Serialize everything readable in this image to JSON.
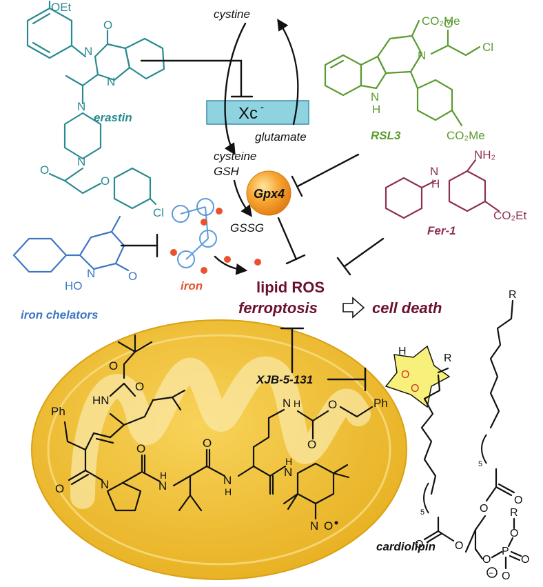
{
  "colors": {
    "teal": "#2a8a8f",
    "green": "#5a9a2f",
    "blue": "#3c77c4",
    "plum": "#8e2f56",
    "orange": "#e8532f",
    "maroon": "#6b1030",
    "gold": "#f2c230",
    "xc_box": "#8fd3e0"
  },
  "pathway": {
    "cystine": "cystine",
    "transporter": "Xc",
    "transporter_charge": "-",
    "glutamate": "glutamate",
    "cysteine": "cysteine",
    "gsh": "GSH",
    "gpx4": "Gpx4",
    "gssg": "GSSG",
    "iron": "iron",
    "lipid_ros": "lipid ROS",
    "ferroptosis": "ferroptosis",
    "cell_death": "cell death"
  },
  "compounds": {
    "erastin": {
      "label": "erastin",
      "oet": "OEt",
      "o_carbonyl": "O",
      "n1": "N",
      "n2": "N",
      "n3": "N",
      "n4": "N",
      "o_amide": "O",
      "o_ether": "O",
      "cl": "Cl"
    },
    "rsl3": {
      "label": "RSL3",
      "co2me_top": "CO₂Me",
      "co2me_bottom": "CO₂Me",
      "n": "N",
      "o": "O",
      "cl": "Cl",
      "nh": "N",
      "h": "H"
    },
    "fer1": {
      "label": "Fer-1",
      "nh2": "NH₂",
      "h": "H",
      "n": "N",
      "co2et": "CO₂Et"
    },
    "iron_chelator": {
      "label": "iron chelators",
      "n": "N",
      "ho": "HO",
      "o": "O"
    },
    "xjb": {
      "label": "XJB-5-131",
      "ph1": "Ph",
      "ph2": "Ph",
      "hn1": "HN",
      "n_boc": "N",
      "n_cbz": "N",
      "h": "H",
      "o_labels": [
        "O",
        "O",
        "O",
        "O",
        "O",
        "O",
        "O"
      ],
      "n_labels": [
        "N",
        "N",
        "N"
      ],
      "nh_labels": [
        "H",
        "H",
        "H"
      ],
      "nitroxide": "N",
      "o_rad": "O"
    },
    "cardiolipin": {
      "label": "cardiolipin",
      "r1": "R",
      "r2": "R",
      "r3": "R",
      "sub1": "5",
      "sub2": "5",
      "h": "H",
      "o_peroxide1": "O",
      "o_peroxide2": "O",
      "o_labels": [
        "O",
        "O",
        "O",
        "O",
        "O",
        "O",
        "O",
        "O"
      ],
      "p": "P",
      "o_minus": "O",
      "minus": "−"
    }
  }
}
